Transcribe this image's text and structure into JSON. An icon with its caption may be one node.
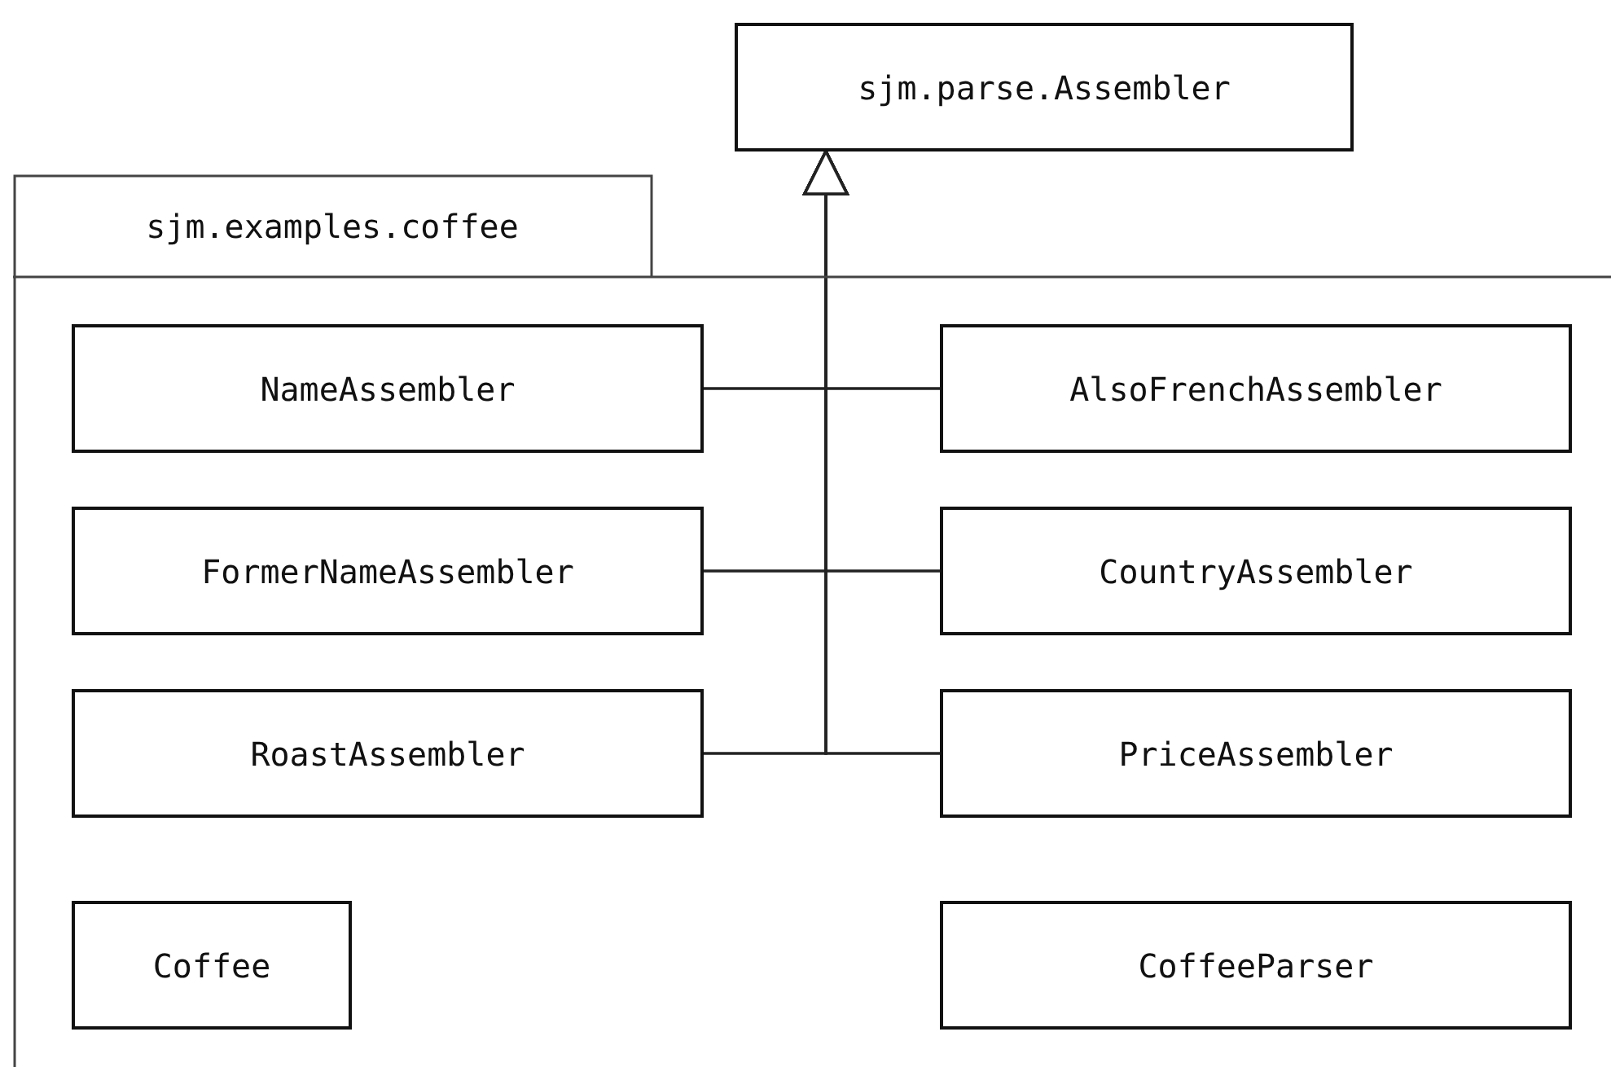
{
  "diagram": {
    "nodes": [
      {
        "text": [
          "sjm.parse.Assembler"
        ]
      },
      {
        "text": [
          "sjm.examples.coffee"
        ]
      },
      {
        "text": [
          "NameAssembler"
        ],
        "in": 1
      },
      {
        "text": [
          "AlsoFrenchAssembler"
        ],
        "in": 1
      },
      {
        "text": [
          "FormerNameAssembler"
        ],
        "in": 1
      },
      {
        "text": [
          "CountryAssembler"
        ],
        "in": 1
      },
      {
        "text": [
          "RoastAssembler"
        ],
        "in": 1
      },
      {
        "text": [
          "PriceAssembler"
        ],
        "in": 1
      },
      {
        "text": [
          "Coffee"
        ],
        "in": 1
      },
      {
        "text": [
          "CoffeeParser"
        ],
        "in": 1
      }
    ],
    "edges": [
      {
        "from": 2,
        "to": 0,
        "arrow": "to"
      },
      {
        "from": 3,
        "to": 0,
        "arrow": "to"
      },
      {
        "from": 4,
        "to": 0,
        "arrow": "to"
      },
      {
        "from": 5,
        "to": 0,
        "arrow": "to"
      },
      {
        "from": 6,
        "to": 0,
        "arrow": "to"
      },
      {
        "from": 7,
        "to": 0,
        "arrow": "to"
      }
    ]
  }
}
